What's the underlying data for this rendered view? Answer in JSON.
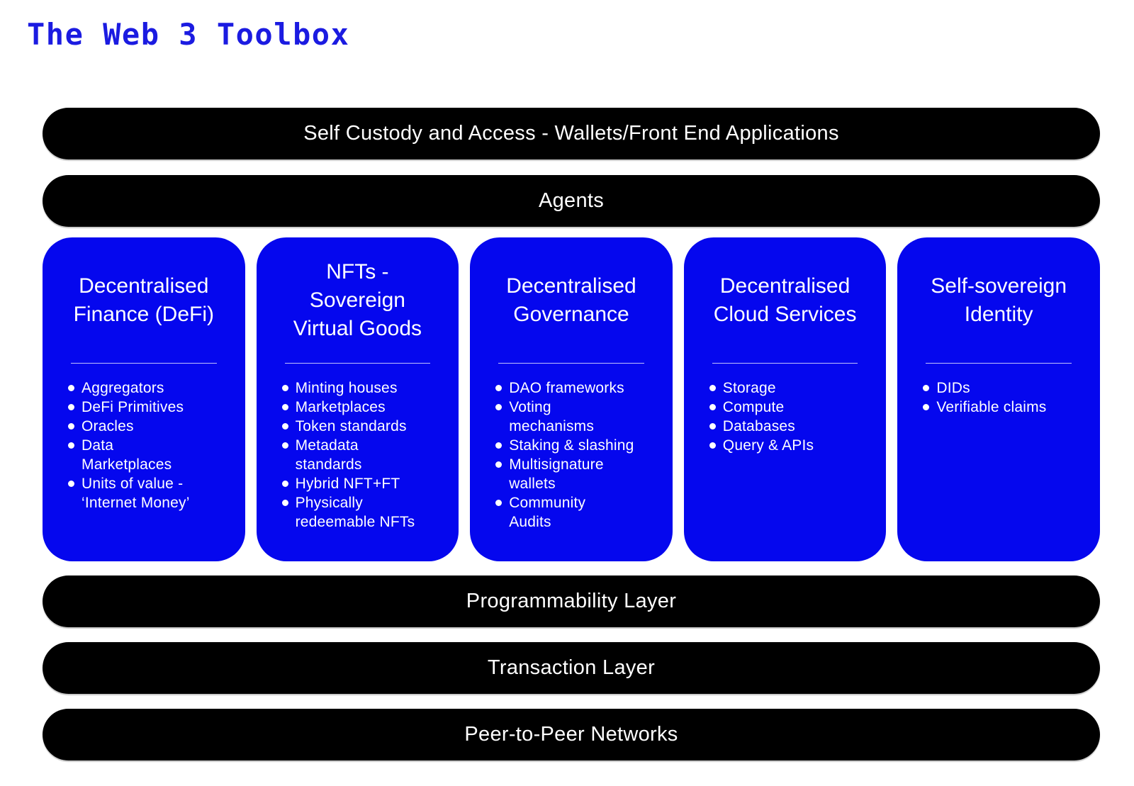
{
  "theme": {
    "card_blue": "#0507ee",
    "title_blue": "#1b1be1",
    "bar_black": "#000000",
    "text_white": "#ffffff",
    "divider_white": "rgba(255,255,255,0.75)"
  },
  "title": "The Web 3 Toolbox",
  "top_bars": [
    {
      "label": "Self Custody and Access - Wallets/Front End Applications"
    },
    {
      "label": "Agents"
    }
  ],
  "cards": [
    {
      "title": "Decentralised\nFinance (DeFi)",
      "items": [
        "Aggregators",
        "DeFi Primitives",
        "Oracles",
        "Data\nMarketplaces",
        "Units of value -\n‘Internet Money’"
      ]
    },
    {
      "title": "NFTs -\nSovereign\nVirtual Goods",
      "items": [
        "Minting houses",
        "Marketplaces",
        "Token standards",
        "Metadata\nstandards",
        "Hybrid NFT+FT",
        "Physically\nredeemable NFTs"
      ]
    },
    {
      "title": "Decentralised\nGovernance",
      "items": [
        "DAO frameworks",
        "Voting\nmechanisms",
        "Staking & slashing",
        "Multisignature\nwallets",
        "Community\nAudits"
      ]
    },
    {
      "title": "Decentralised\nCloud Services",
      "items": [
        "Storage",
        "Compute",
        "Databases",
        "Query & APIs"
      ]
    },
    {
      "title": "Self-sovereign\nIdentity",
      "items": [
        "DIDs",
        "Verifiable claims"
      ]
    }
  ],
  "bottom_bars": [
    {
      "label": "Programmability Layer"
    },
    {
      "label": "Transaction Layer"
    },
    {
      "label": "Peer-to-Peer Networks"
    }
  ]
}
